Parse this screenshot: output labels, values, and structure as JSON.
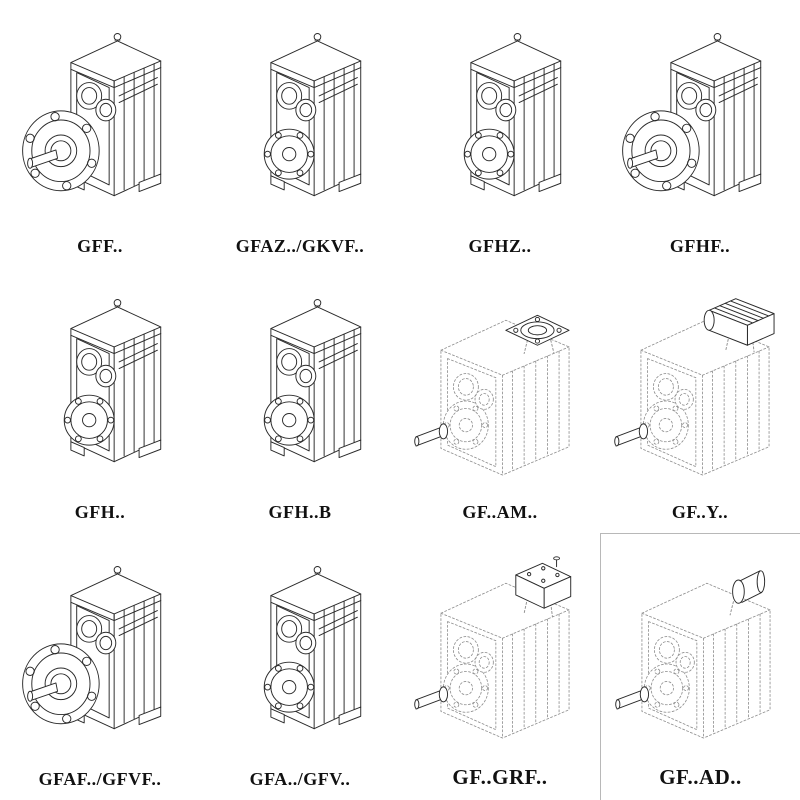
{
  "page": {
    "background": "#ffffff",
    "colors": {
      "line": "#2a2a2a",
      "dashed_line": "#8f8f8f",
      "label_text": "#111111"
    }
  },
  "catalog": {
    "items": [
      {
        "id": "gff",
        "label": "GFF..",
        "drawing": "gearbox-flange-output-solid"
      },
      {
        "id": "gfaz-gkvf",
        "label": "GFAZ../GKVF..",
        "drawing": "gearbox-hollow-shaft-solid"
      },
      {
        "id": "gfhz",
        "label": "GFHZ..",
        "drawing": "gearbox-hollow-shaft-solid"
      },
      {
        "id": "gfhf",
        "label": "GFHF..",
        "drawing": "gearbox-flange-output-solid"
      },
      {
        "id": "gfh",
        "label": "GFH..",
        "drawing": "gearbox-hollow-shaft-solid"
      },
      {
        "id": "gfh-b",
        "label": "GFH..B",
        "drawing": "gearbox-hollow-shaft-solid"
      },
      {
        "id": "gf-am",
        "label": "GF..AM..",
        "drawing": "gearbox-dashed-mounting-flange"
      },
      {
        "id": "gf-y",
        "label": "GF..Y..",
        "drawing": "gearbox-dashed-motor"
      },
      {
        "id": "gfaf-gfvf",
        "label": "GFAF../GFVF..",
        "drawing": "gearbox-flange-output-solid"
      },
      {
        "id": "gfa-gfv",
        "label": "GFA../GFV..",
        "drawing": "gearbox-hollow-shaft-solid"
      },
      {
        "id": "gf-grf",
        "label": "GF..GRF..",
        "drawing": "gearbox-dashed-input-block"
      },
      {
        "id": "gf-ad",
        "label": "GF..AD..",
        "drawing": "gearbox-dashed-input-shaft"
      }
    ]
  }
}
